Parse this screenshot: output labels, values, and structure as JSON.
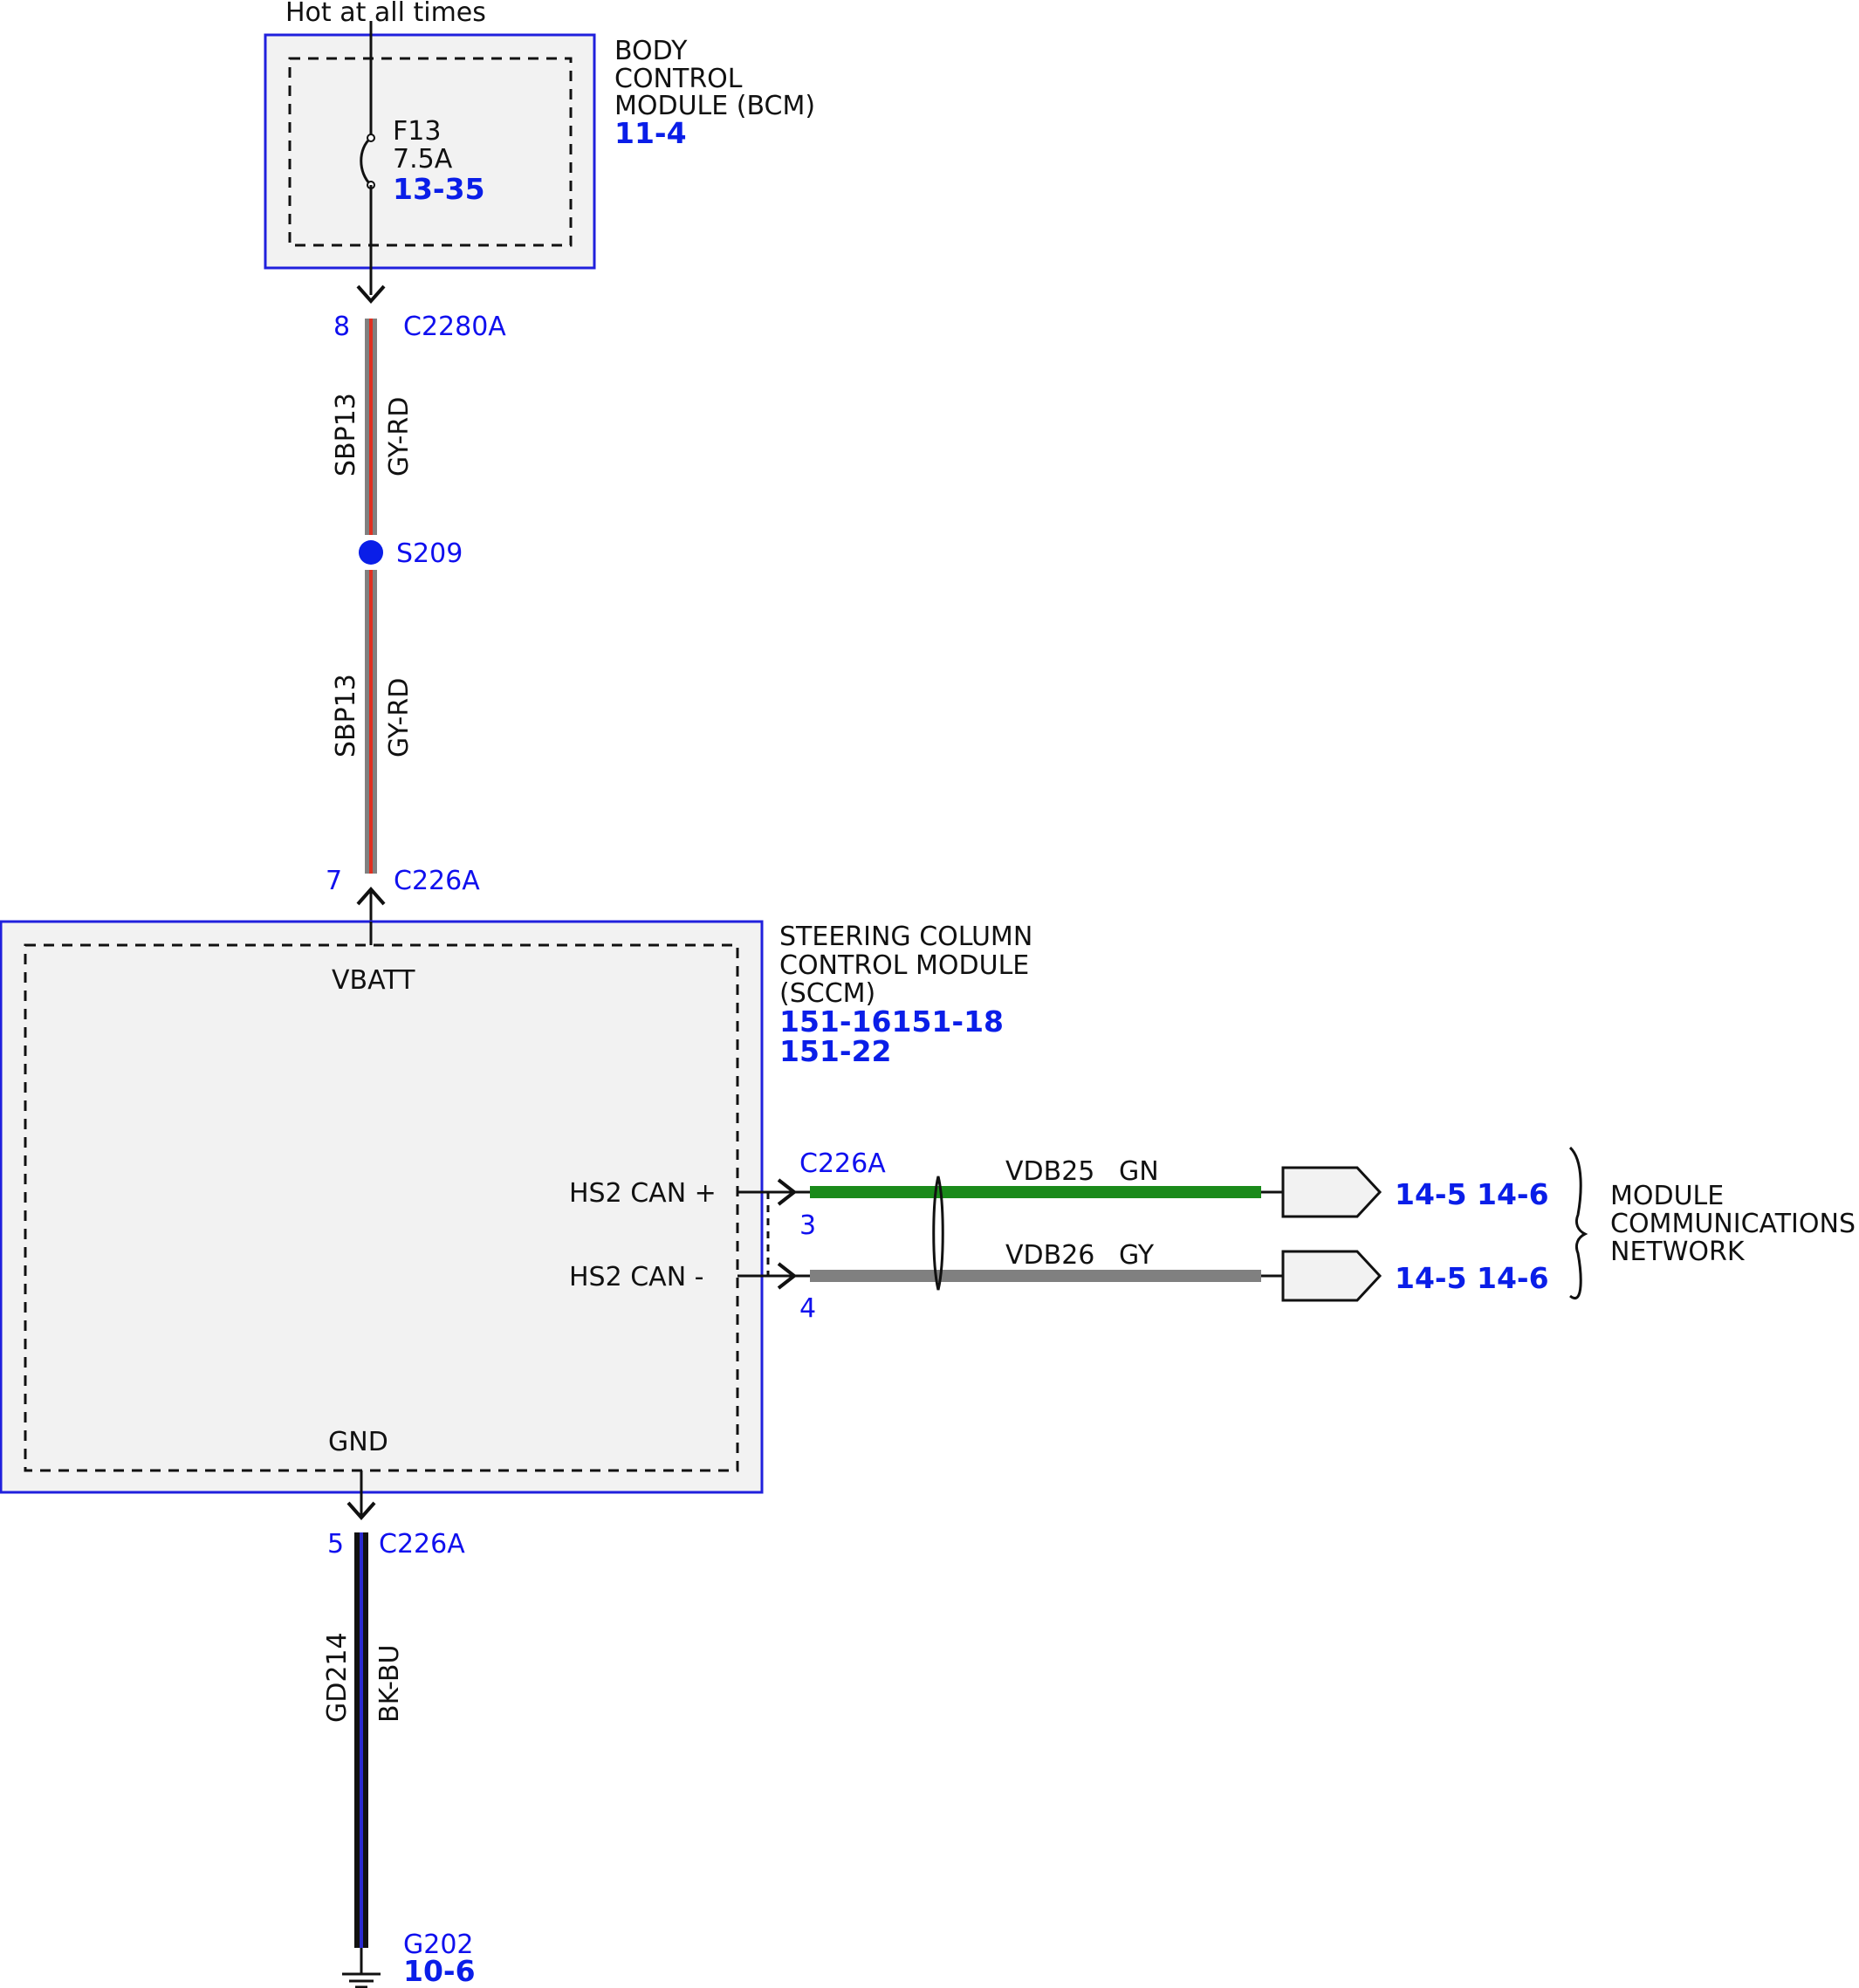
{
  "top_label": "Hot at all times",
  "bcm": {
    "name_lines": [
      "BODY",
      "CONTROL",
      "MODULE (BCM)"
    ],
    "page_ref": "11-4",
    "fuse": {
      "id": "F13",
      "rating": "7.5A",
      "ref": "13-35"
    }
  },
  "connector_c2280a": {
    "pin": "8",
    "id": "C2280A"
  },
  "wire_upper": {
    "circuit": "SBP13",
    "color": "GY-RD"
  },
  "splice": {
    "id": "S209"
  },
  "wire_lower": {
    "circuit": "SBP13",
    "color": "GY-RD"
  },
  "connector_c226a_vbatt": {
    "pin": "7",
    "id": "C226A"
  },
  "sccm": {
    "name_lines": [
      "STEERING COLUMN",
      "CONTROL MODULE",
      "(SCCM)"
    ],
    "refs": [
      "151-16151-18",
      "151-22"
    ],
    "pins": {
      "vbatt": "VBATT",
      "gnd": "GND",
      "can_plus": "HS2 CAN +",
      "can_minus": "HS2 CAN -"
    }
  },
  "can": {
    "connector": "C226A",
    "plus": {
      "pin": "3",
      "circuit": "VDB25",
      "color": "GN",
      "refs": [
        "14-5",
        "14-6"
      ]
    },
    "minus": {
      "pin": "4",
      "circuit": "VDB26",
      "color": "GY",
      "refs": [
        "14-5",
        "14-6"
      ]
    },
    "network_lines": [
      "MODULE",
      "COMMUNICATIONS",
      "NETWORK"
    ]
  },
  "ground": {
    "pin": "5",
    "connector": "C226A",
    "circuit": "GD214",
    "color": "BK-BU",
    "ground_id": "G202",
    "ref": "10-6"
  },
  "colors": {
    "module_border": "#2020dd",
    "module_fill": "#f2f2f2",
    "wire_gray": "#808080",
    "wire_red_stripe": "#e03020",
    "wire_green": "#1a8a1a",
    "wire_black": "#111111",
    "wire_blue_stripe": "#2a2ad0",
    "ref_blue": "#0a1ee8"
  }
}
